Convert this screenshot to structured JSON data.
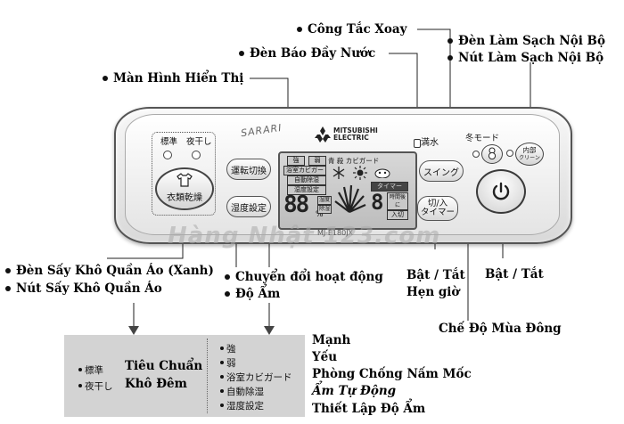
{
  "labels": {
    "cong_tac_xoay": "Công Tắc Xoay",
    "den_bao_day_nuoc": "Đèn Báo Đầy Nước",
    "man_hinh_hien_thi": "Màn Hình Hiển Thị",
    "den_lam_sach_noi_bo": "Đèn Làm Sạch Nội Bộ",
    "nut_lam_sach_noi_bo": "Nút Làm Sạch Nội Bộ",
    "den_say_kho_quan_ao": "Đèn Sấy Khô Quần Áo (Xanh)",
    "nut_say_kho_quan_ao": "Nút Sấy Khô Quần Áo",
    "chuyen_doi_hoat_dong": "Chuyển đổi hoạt động",
    "do_am": "Độ Ẩm",
    "bat_tat_hen_gio_1": "Bật / Tắt",
    "bat_tat_hen_gio_2": "Hẹn giờ",
    "bat_tat": "Bật / Tắt",
    "che_do_mua_dong": "Chế Độ Mùa Đông"
  },
  "panel": {
    "brand_sarari": "SARARI",
    "brand_mitsubishi_1": "MITSUBISHI",
    "brand_mitsubishi_2": "ELECTRIC",
    "model": "MJ-E180JX",
    "indicator_standard": "標準",
    "indicator_night": "夜干し",
    "clothes_dry_button": "衣類乾燥",
    "mode_switch_button": "運転切換",
    "humidity_setting_button": "湿度設定",
    "full_water": "満水",
    "swing_button": "スイング",
    "timer_button_1": "切/入",
    "timer_button_2": "タイマー",
    "winter_mode": "冬モード",
    "internal_clean_1": "内部",
    "internal_clean_2": "クリーン",
    "watermark": "Hàng Nhật 123.com"
  },
  "lcd": {
    "strong": "強",
    "weak": "弱",
    "bath_mold": "浴室カビガード",
    "auto_dehumid": "自動除湿",
    "humidity_setting": "湿度設定",
    "blue_mold": "青 殺 カビガード",
    "timer": "タイマー",
    "time_after": "時間後に",
    "on_off": "入切",
    "percent": "%",
    "digits": "88",
    "timer_digit": "8",
    "humidity_label": "湿度",
    "dehumid_label": "除湿"
  },
  "legend": {
    "left_items": [
      "標準",
      "夜干し"
    ],
    "left_vi": [
      "Tiêu Chuẩn",
      "Khô Đêm"
    ],
    "right_items": [
      "強",
      "弱",
      "浴室カビガード",
      "自動除湿",
      "湿度設定"
    ],
    "right_vi": [
      "Mạnh",
      "Yếu",
      "Phòng Chống Nấm Mốc",
      "Ẩm Tự Động",
      "Thiết Lập Độ Ẩm"
    ]
  }
}
